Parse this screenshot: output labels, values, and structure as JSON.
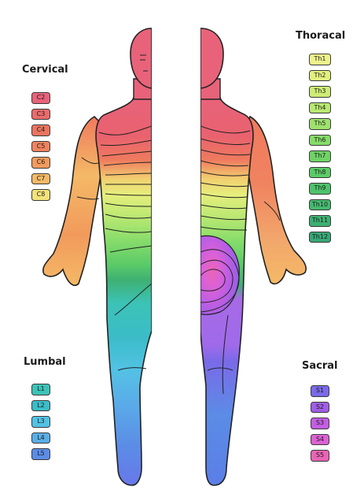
{
  "groups": {
    "cervical": {
      "title": "Cervical",
      "items": [
        {
          "label": "C2",
          "color": "#e8637a"
        },
        {
          "label": "C3",
          "color": "#ea6b6b"
        },
        {
          "label": "C4",
          "color": "#ec7460"
        },
        {
          "label": "C5",
          "color": "#f08360"
        },
        {
          "label": "C6",
          "color": "#f29a5c"
        },
        {
          "label": "C7",
          "color": "#f4b966"
        },
        {
          "label": "C8",
          "color": "#f2e27a"
        }
      ]
    },
    "thoracal": {
      "title": "Thoracal",
      "items": [
        {
          "label": "Th1",
          "color": "#eef28c"
        },
        {
          "label": "Th2",
          "color": "#e2f07e"
        },
        {
          "label": "Th3",
          "color": "#cdec76"
        },
        {
          "label": "Th4",
          "color": "#b8e872"
        },
        {
          "label": "Th5",
          "color": "#9fe26e"
        },
        {
          "label": "Th6",
          "color": "#86dc6a"
        },
        {
          "label": "Th7",
          "color": "#6fd366"
        },
        {
          "label": "Th8",
          "color": "#5bcb68"
        },
        {
          "label": "Th9",
          "color": "#4ec26c"
        },
        {
          "label": "Th10",
          "color": "#46b96f"
        },
        {
          "label": "Th11",
          "color": "#3eb072"
        },
        {
          "label": "Th12",
          "color": "#38a876"
        }
      ]
    },
    "lumbal": {
      "title": "Lumbal",
      "items": [
        {
          "label": "L1",
          "color": "#3cc3b6"
        },
        {
          "label": "L2",
          "color": "#3bbcc8"
        },
        {
          "label": "L3",
          "color": "#52c2e4"
        },
        {
          "label": "L4",
          "color": "#5aaee8"
        },
        {
          "label": "L5",
          "color": "#5b8ce6"
        }
      ]
    },
    "sacral": {
      "title": "Sacral",
      "items": [
        {
          "label": "S1",
          "color": "#7a6ae8"
        },
        {
          "label": "S2",
          "color": "#9f5ee6"
        },
        {
          "label": "S3",
          "color": "#c25ee2"
        },
        {
          "label": "S4",
          "color": "#dd62d4"
        },
        {
          "label": "S5",
          "color": "#ea64b4"
        }
      ]
    }
  }
}
